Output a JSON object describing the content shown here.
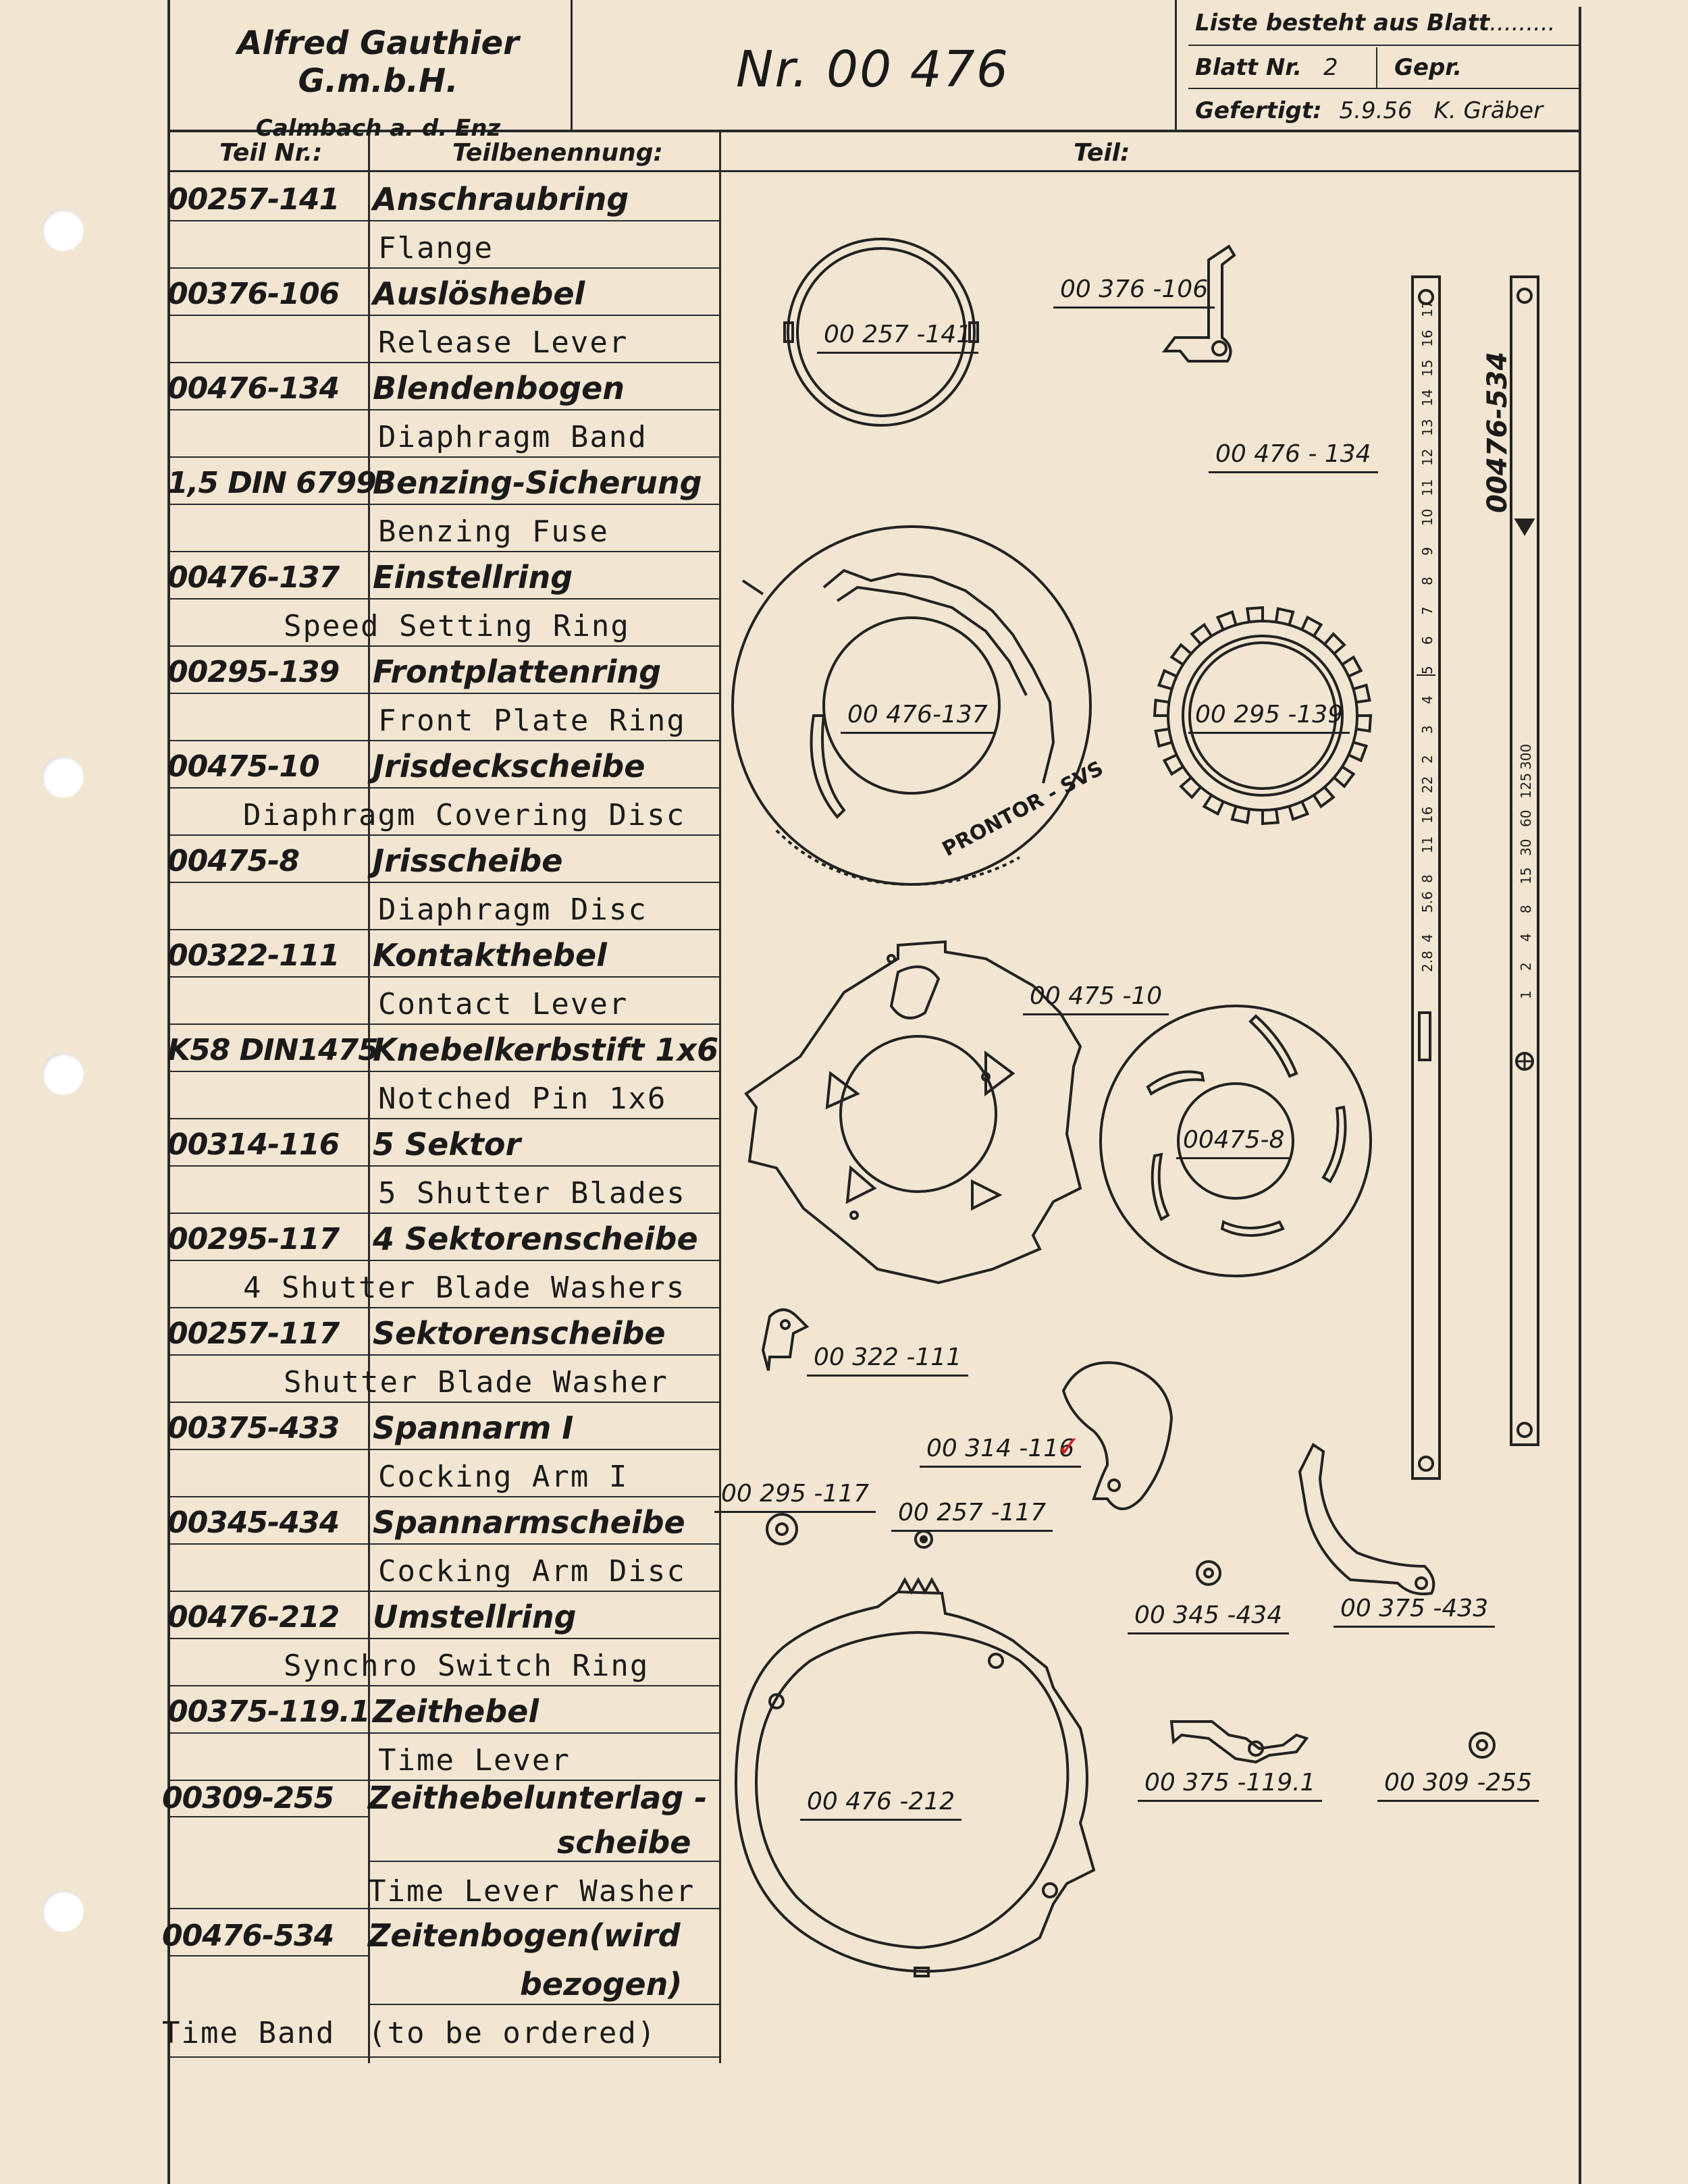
{
  "header": {
    "company": "Alfred Gauthier G.m.b.H.",
    "location": "Calmbach a. d. Enz",
    "number": "Nr. 00 476",
    "liste_label": "Liste besteht aus Blatt",
    "blatt_label": "Blatt Nr.",
    "blatt_value": "2",
    "gepr_label": "Gepr.",
    "gefertigt_label": "Gefertigt:",
    "gefertigt_value": "5.9.56",
    "gefertigt_sign": "K. Gräber"
  },
  "columns": {
    "part_no": "Teil Nr.:",
    "name": "Teilbenennung:",
    "part": "Teil:"
  },
  "parts": [
    {
      "no": "00257-141",
      "de": "Anschraubring",
      "en": "Flange"
    },
    {
      "no": "00376-106",
      "de": "Auslöshebel",
      "en": "Release Lever"
    },
    {
      "no": "00476-134",
      "de": "Blendenbogen",
      "en": "Diaphragm Band"
    },
    {
      "no": "1,5 DIN 6799",
      "de": "Benzing-Sicherung",
      "en": "Benzing Fuse"
    },
    {
      "no": "00476-137",
      "de": "Einstellring",
      "en": "Speed Setting Ring"
    },
    {
      "no": "00295-139",
      "de": "Frontplattenring",
      "en": "Front Plate Ring"
    },
    {
      "no": "00475-10",
      "de": "Jrisdeckscheibe",
      "en": "Diaphragm Covering Disc"
    },
    {
      "no": "00475-8",
      "de": "Jrisscheibe",
      "en": "Diaphragm Disc"
    },
    {
      "no": "00322-111",
      "de": "Kontakthebel",
      "en": "Contact Lever"
    },
    {
      "no": "K58 DIN1475",
      "de": "Knebelkerbstift 1x6",
      "en": "Notched Pin 1x6"
    },
    {
      "no": "00314-116",
      "de": "5 Sektor",
      "en": "5 Shutter Blades"
    },
    {
      "no": "00295-117",
      "de": "4 Sektorenscheibe",
      "en": "4 Shutter Blade Washers"
    },
    {
      "no": "00257-117",
      "de": "Sektorenscheibe",
      "en": "Shutter Blade Washer"
    },
    {
      "no": "00375-433",
      "de": "Spannarm I",
      "en": "Cocking Arm I"
    },
    {
      "no": "00345-434",
      "de": "Spannarmscheibe",
      "en": "Cocking Arm Disc"
    },
    {
      "no": "00476-212",
      "de": "Umstellring",
      "en": "Synchro Switch Ring"
    },
    {
      "no": "00375-119.1",
      "de": "Zeithebel",
      "en": "Time Lever"
    }
  ],
  "special": {
    "no1": "00309-255",
    "de1a": "Zeithebelunterlag -",
    "de1b": "scheibe",
    "en1": "Time Lever Washer",
    "no2": "00476-534",
    "de2a": "Zeitenbogen(wird",
    "de2b": "bezogen)",
    "en2a": "Time Band",
    "en2b": "(to be ordered)"
  },
  "drawing_labels": {
    "flange": "00 257 -141",
    "release_lever": "00 376 -106",
    "diaphragm_band": "00 476 - 134",
    "time_band": "00476-534",
    "speed_ring": "00 476-137",
    "front_ring": "00 295 -139",
    "cover_disc": "00 475 -10",
    "diaphragm_disc": "00475-8",
    "contact_lever": "00 322 -111",
    "sector": "00 314 -116",
    "washer4": "00 295 -117",
    "washer1": "00 257 -117",
    "arm_disc": "00 345 -434",
    "cocking_arm": "00 375 -433",
    "switch_ring": "00 476 -212",
    "time_lever": "00 375 -119.1",
    "lever_washer": "00 309 -255",
    "prontor": "PRONTOR - SVS",
    "sector_check": "✓"
  },
  "band_scale": [
    "2.8",
    "4",
    "5.6",
    "8",
    "11",
    "16",
    "22",
    "2",
    "3",
    "4",
    "5",
    "6",
    "7",
    "8",
    "9",
    "10",
    "11",
    "12",
    "13",
    "14",
    "15",
    "16",
    "17"
  ],
  "time_scale": [
    "1",
    "2",
    "4",
    "8",
    "15",
    "30",
    "60",
    "125",
    "300"
  ]
}
